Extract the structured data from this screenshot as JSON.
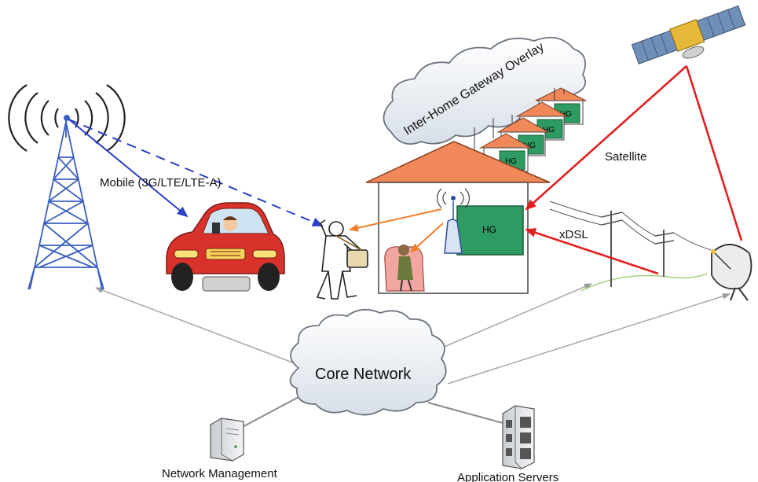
{
  "labels": {
    "mobile": "Mobile (3G/LTE/LTE-A)",
    "satellite": "Satellite",
    "xdsl": "xDSL",
    "core_network": "Core Network",
    "network_management": "Network Management",
    "application_servers": "Application Servers",
    "overlay": "Inter-Home Gateway Overlay",
    "hg": "HG"
  },
  "colors": {
    "cloud_fill": "#e6ebf1",
    "cloud_stroke": "#6d7580",
    "roof": "#f0885a",
    "hg_box": "#2e9b63",
    "red_link": "#e02020",
    "blue_link": "#2c3fc8",
    "orange_link": "#f07f2a",
    "gray_link": "#a8a8a8"
  },
  "icons": [
    "cell-tower-icon",
    "car-icon",
    "person-icon",
    "house-icon",
    "wifi-router-icon",
    "satellite-icon",
    "power-line-icon",
    "satellite-dish-icon",
    "server-icon"
  ]
}
